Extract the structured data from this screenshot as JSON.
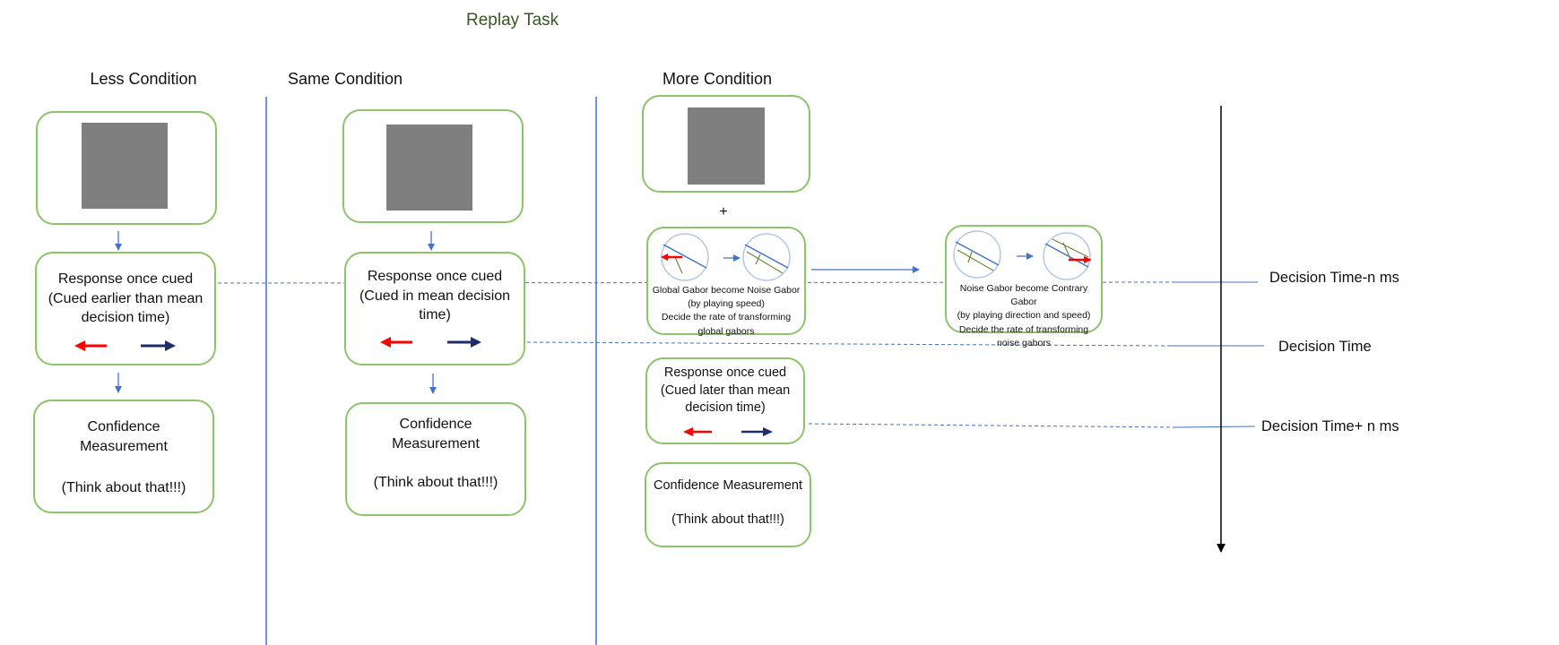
{
  "title": "Replay Task",
  "columns": {
    "less": {
      "header": "Less Condition",
      "response_text": "Response once cued\n(Cued earlier than mean\ndecision time)",
      "confidence_text": "Confidence\nMeasurement",
      "think_text": "(Think about that!!!)"
    },
    "same": {
      "header": "Same Condition",
      "response_text": "Response once cued\n(Cued in mean decision\ntime)",
      "confidence_text": "Confidence\nMeasurement",
      "think_text": "(Think about that!!!)"
    },
    "more": {
      "header": "More Condition",
      "plus": "+",
      "gabor_global_text": "Global Gabor become Noise Gabor\n(by playing speed)\nDecide the rate of transforming\nglobal gabors",
      "gabor_noise_text": "Noise Gabor become Contrary Gabor\n(by playing direction and speed)\nDecide the rate of transforming\nnoise gabors",
      "response_text": "Response once cued\n(Cued later than mean\ndecision time)",
      "confidence_text": "Confidence Measurement",
      "think_text": "(Think about that!!!)"
    }
  },
  "timeline_labels": {
    "minus": "Decision Time-n ms",
    "mean": "Decision Time",
    "plus": "Decision Time+ n ms"
  },
  "colors": {
    "box_border": "#8cc46a",
    "left_arrow": "#ff0000",
    "right_arrow": "#1f2d6b",
    "divider": "#4472c4",
    "stimulus_gray": "#7f7f7f",
    "title": "#385723"
  }
}
